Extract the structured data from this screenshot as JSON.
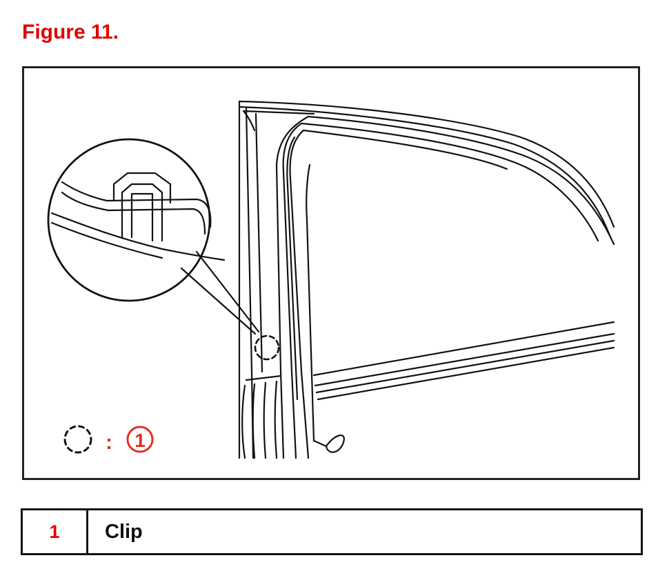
{
  "figure": {
    "title": "Figure 11."
  },
  "diagram": {
    "legend_marker": ":",
    "callout_number": "1",
    "callout_color": "#e03020",
    "line_color": "#111111"
  },
  "legend": [
    {
      "number": "1",
      "label": "Clip"
    }
  ],
  "colors": {
    "title": "#e00000",
    "frame": "#222222"
  }
}
